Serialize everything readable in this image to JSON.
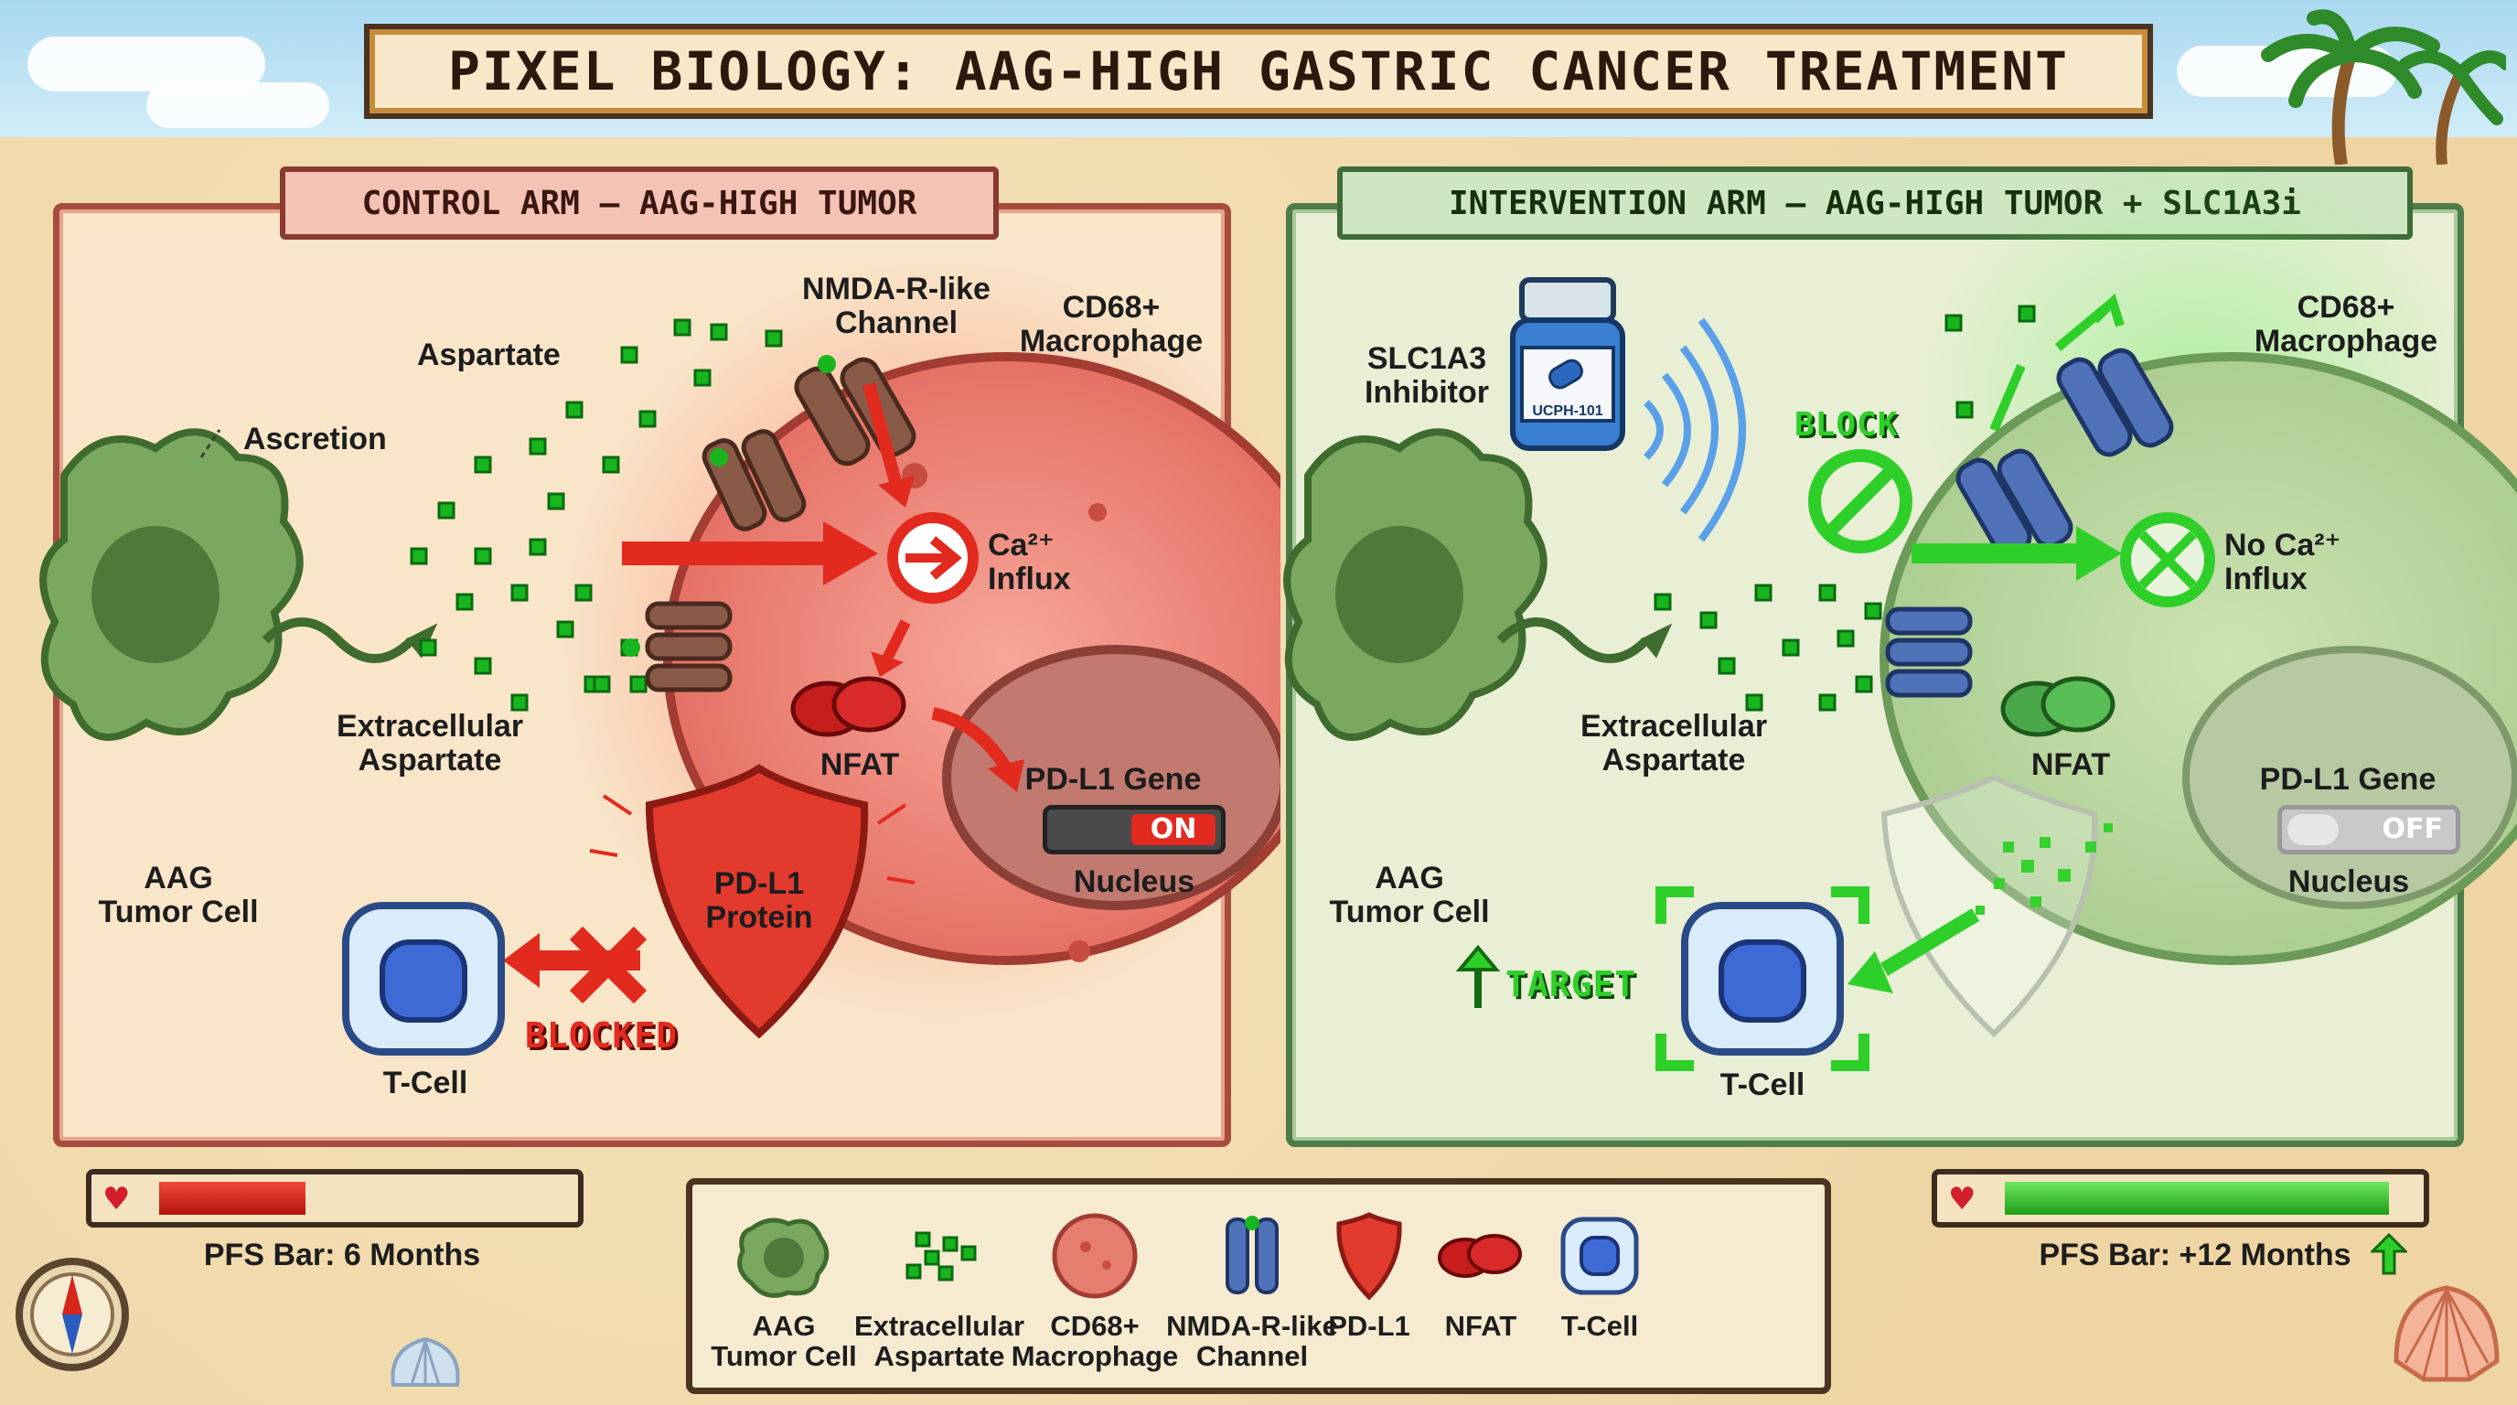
{
  "title": "PIXEL BIOLOGY: AAG-HIGH GASTRIC CANCER TREATMENT",
  "control": {
    "header": "CONTROL ARM – AAG-HIGH TUMOR",
    "aspartate": "Aspartate",
    "secretion": "Ascretion",
    "channel": "NMDA-R-like\nChannel",
    "macrophage": "CD68+\nMacrophage",
    "ca_influx": "Ca²⁺\nInflux",
    "extracellular": "Extracellular\nAspartate",
    "tumor_cell": "AAG\nTumor Cell",
    "nfat": "NFAT",
    "pdl1_gene": "PD-L1 Gene",
    "toggle": "ON",
    "nucleus": "Nucleus",
    "pdl1_protein": "PD-L1\nProtein",
    "blocked": "BLOCKED",
    "tcell": "T-Cell",
    "pfs_label": "PFS Bar: 6 Months",
    "pfs_fraction": 0.35
  },
  "intervention": {
    "header": "INTERVENTION ARM – AAG-HIGH TUMOR + SLC1A3i",
    "inhibitor": "SLC1A3\nInhibitor",
    "drug_label": "UCPH-101",
    "block": "BLOCK",
    "macrophage": "CD68+\nMacrophage",
    "no_ca": "No Ca²⁺\nInflux",
    "extracellular": "Extracellular\nAspartate",
    "tumor_cell": "AAG\nTumor Cell",
    "nfat": "NFAT",
    "pdl1_gene": "PD-L1 Gene",
    "toggle": "OFF",
    "nucleus": "Nucleus",
    "target": "TARGET",
    "tcell": "T-Cell",
    "pfs_label": "PFS Bar: +12 Months",
    "pfs_fraction": 0.92
  },
  "legend": [
    {
      "key": "tumor",
      "label": "AAG\nTumor Cell"
    },
    {
      "key": "aspartate",
      "label": "Extracellular\nAspartate"
    },
    {
      "key": "macrophage",
      "label": "CD68+\nMacrophage"
    },
    {
      "key": "channel",
      "label": "NMDA-R-like\nChannel"
    },
    {
      "key": "pdl1",
      "label": "PD-L1"
    },
    {
      "key": "nfat",
      "label": "NFAT"
    },
    {
      "key": "tcell",
      "label": "T-Cell"
    }
  ],
  "colors": {
    "control_accent": "#e22a1f",
    "intervention_accent": "#2fcf2a",
    "tumor_green": "#6f9e55",
    "aspartate_green": "#19b51f",
    "channel_red": "#8a5a48",
    "channel_blue": "#4f72b8",
    "tcell_blue": "#3e6ad6"
  }
}
